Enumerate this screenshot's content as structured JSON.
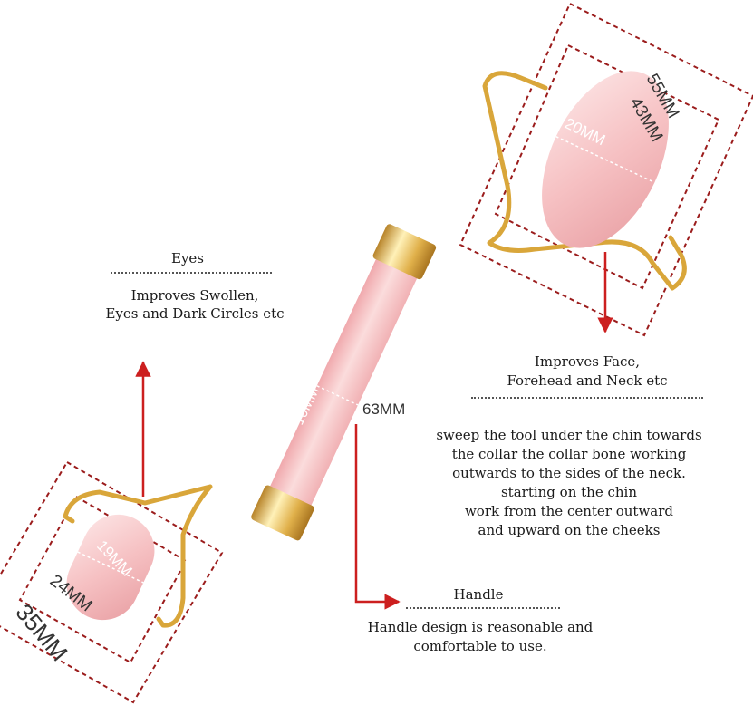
{
  "colors": {
    "frame": "#9b1c1c",
    "arrow": "#cc1f1f",
    "jade_light": "#fbe1e1",
    "jade": "#f4b8bb",
    "jade_dark": "#e49b9f",
    "gold": "#d9a63a"
  },
  "dimensions": {
    "large_outer": "55MM",
    "large_inner": "43MM",
    "large_roller": "20MM",
    "handle_width": "10MM",
    "handle_length": "63MM",
    "small_roller": "19MM",
    "small_inner": "24MM",
    "small_outer": "35MM"
  },
  "eyes": {
    "title": "Eyes",
    "lines": [
      "Improves Swollen,",
      "Eyes and Dark Circles etc"
    ]
  },
  "face": {
    "lines": [
      "Improves Face,",
      "Forehead and Neck etc"
    ]
  },
  "instructions": {
    "lines": [
      "sweep the tool under the chin towards",
      "the collar the collar bone working",
      "outwards to the sides of the neck.",
      "starting on the chin",
      "work from the center outward",
      "and upward on the cheeks"
    ]
  },
  "handle": {
    "title": "Handle",
    "lines": [
      "Handle design is reasonable and",
      "comfortable to use."
    ]
  }
}
